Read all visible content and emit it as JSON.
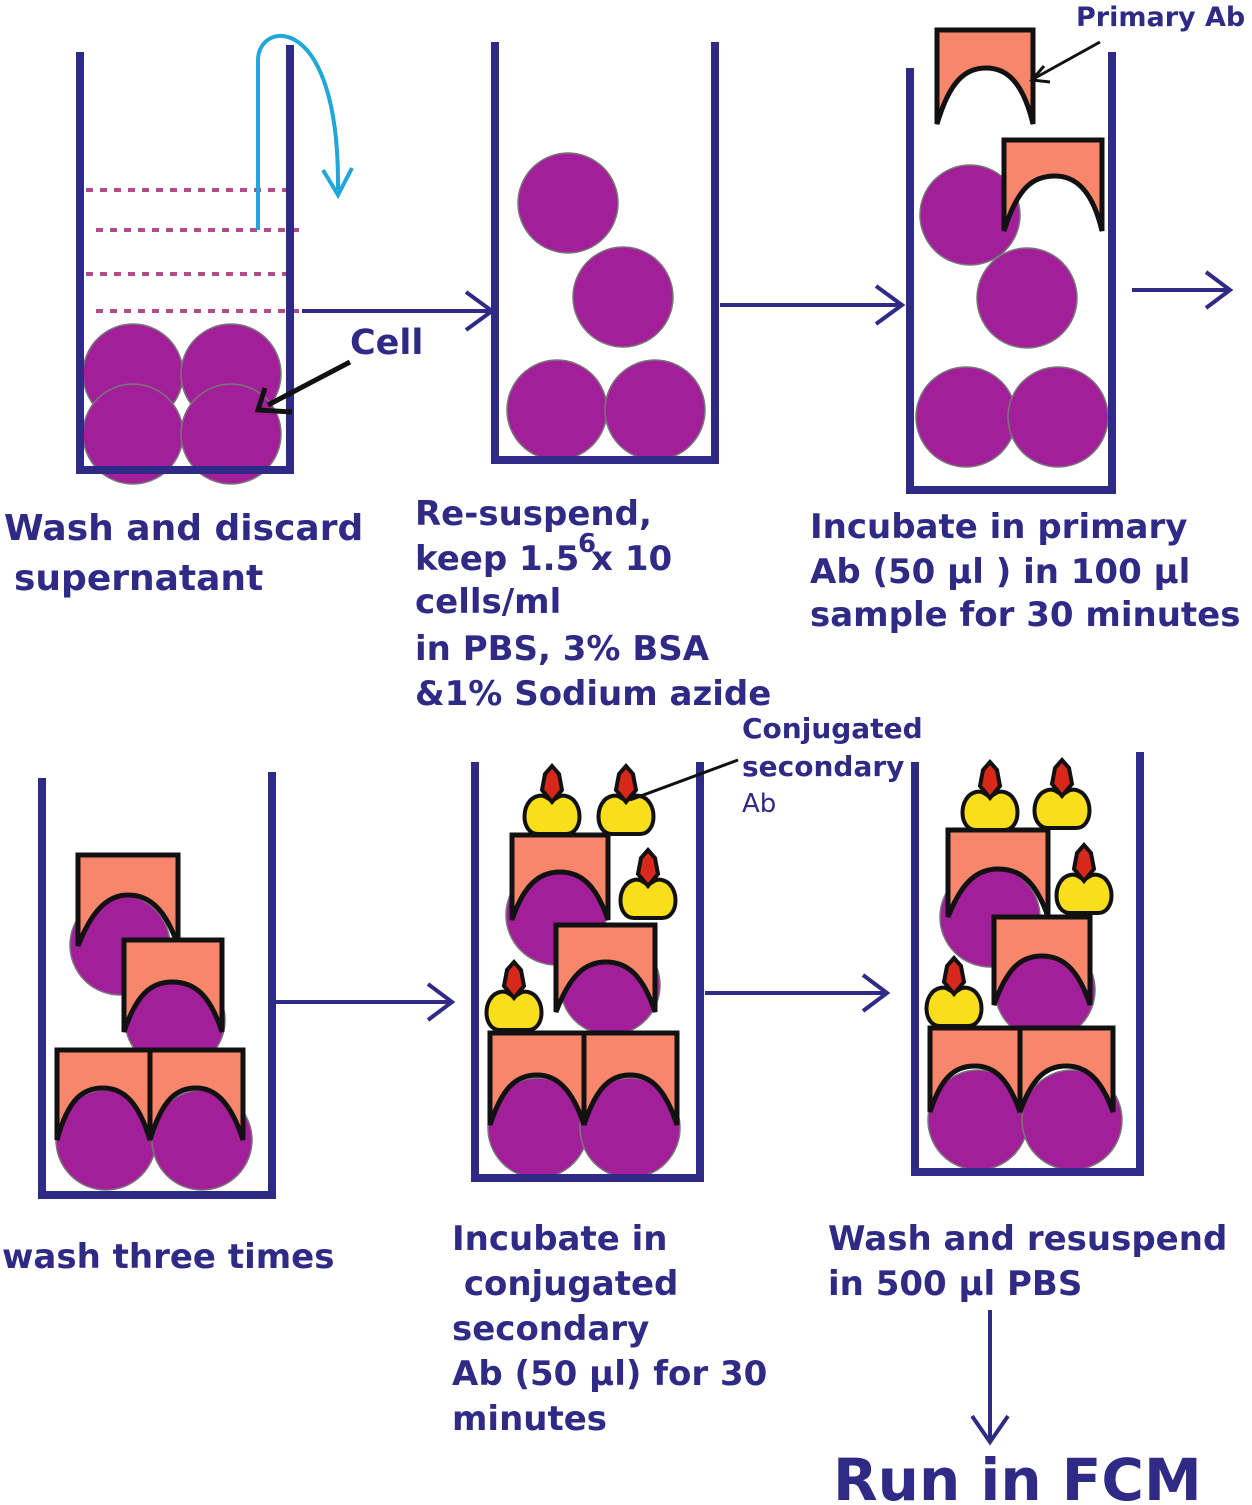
{
  "colors": {
    "tube": "#2e2a86",
    "arrow": "#2e2a86",
    "text": "#2e2a86",
    "cell": "#a31f9a",
    "antibody": "#f7866b",
    "antibody_outline": "#111111",
    "conjugate_body": "#f9de1c",
    "conjugate_tag": "#d8281a",
    "supernatant_line": "#b34a8a",
    "discard_arrow": "#1fa7d9"
  },
  "icons": [
    "test-tube-icon",
    "cell-icon",
    "primary-antibody-icon",
    "conjugated-secondary-antibody-icon",
    "flow-arrow-icon",
    "discard-arrow-icon"
  ],
  "labels": {
    "cell": "Cell",
    "primary_ab": "Primary Ab",
    "conjugated_secondary": [
      "Conjugated",
      "secondary"
    ],
    "conjugated_secondary_ab": "Ab"
  },
  "steps": [
    {
      "lines": [
        "Wash and discard",
        "supernatant"
      ]
    },
    {
      "lines": [
        "Re-suspend,",
        "keep 1.5  x 10",
        "cells/ml",
        "in PBS, 3% BSA",
        "&1% Sodium azide"
      ],
      "superscript": "6"
    },
    {
      "lines": [
        "Incubate in primary",
        "Ab (50 µl ) in 100 µl",
        "sample for 30 minutes"
      ]
    },
    {
      "lines": [
        "wash three times"
      ]
    },
    {
      "lines": [
        "Incubate in",
        " conjugated",
        "secondary",
        "Ab (50 µl) for 30",
        "minutes"
      ]
    },
    {
      "lines": [
        "Wash and resuspend",
        "in 500 µl PBS"
      ]
    }
  ],
  "final_step": "Run in FCM"
}
